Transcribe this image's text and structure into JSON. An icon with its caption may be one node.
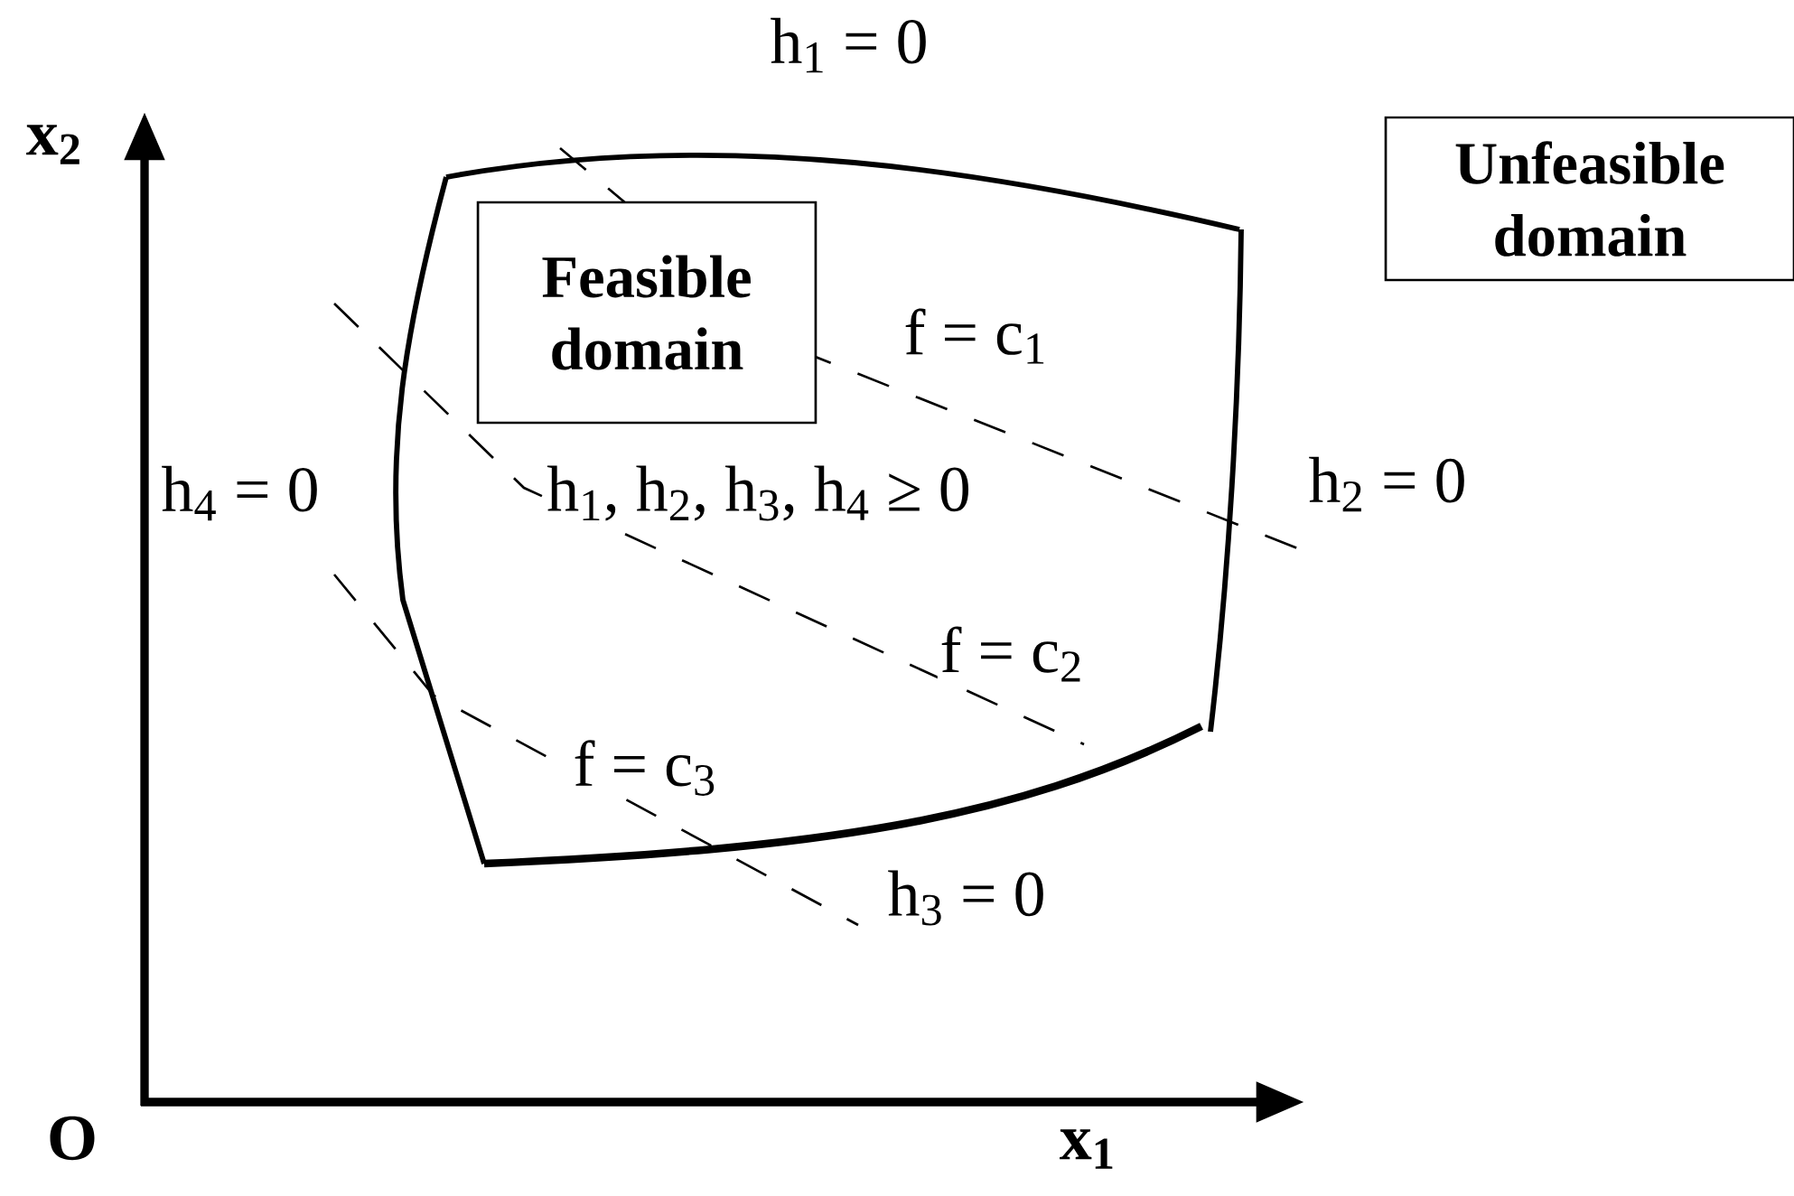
{
  "diagram": {
    "nodes": [
      {
        "text": [
          "Feasible domain"
        ]
      },
      {
        "text": [
          "Unfeasible domain"
        ]
      }
    ],
    "labels": [
      "h$_{1}$ = 0",
      "x$_{2}$",
      "f = c$_{1}$",
      "h$_{4}$ = 0",
      "h$_{1}$, h$_{2}$, h$_{3}$, h$_{4}$ ≥ 0",
      "h$_{2}$ = 0",
      "f = c$_{2}$",
      "f = c$_{3}$",
      "h$_{3}$ = 0",
      "O",
      "x$_{1}$"
    ]
  }
}
